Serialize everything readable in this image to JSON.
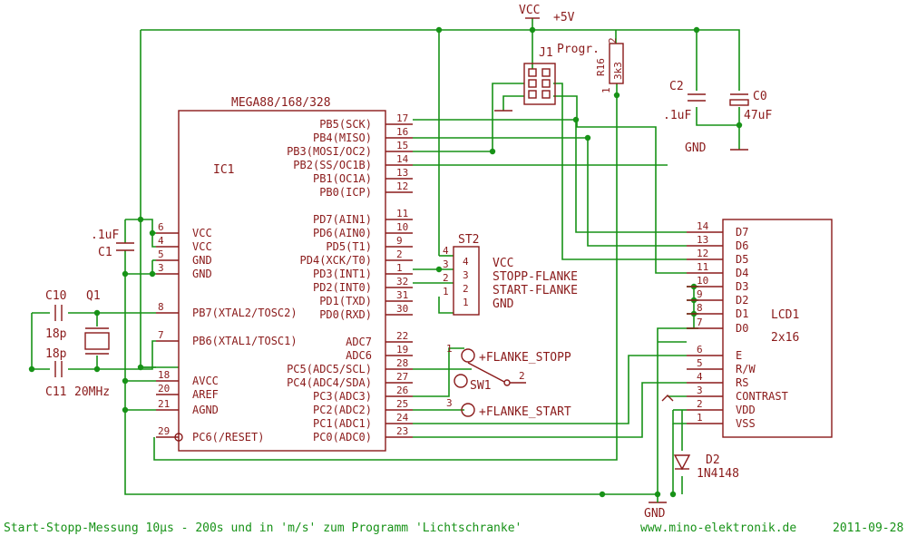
{
  "footer": {
    "caption": "Start-Stopp-Messung 10µs - 200s und in 'm/s' zum Programm 'Lichtschranke'",
    "website": "www.mino-elektronik.de",
    "date": "2011-09-28"
  },
  "power": {
    "vcc": "VCC",
    "plus5": "+5V",
    "gnd_top": "GND",
    "gnd_bottom": "GND"
  },
  "ic1": {
    "name": "IC1",
    "type": "MEGA88/168/328",
    "left_pins": [
      {
        "num": "6",
        "label": "VCC"
      },
      {
        "num": "4",
        "label": "VCC"
      },
      {
        "num": "5",
        "label": "GND"
      },
      {
        "num": "3",
        "label": "GND"
      },
      {
        "num": "8",
        "label": "PB7(XTAL2/TOSC2)"
      },
      {
        "num": "7",
        "label": "PB6(XTAL1/TOSC1)"
      },
      {
        "num": "18",
        "label": "AVCC"
      },
      {
        "num": "20",
        "label": "AREF"
      },
      {
        "num": "21",
        "label": "AGND"
      },
      {
        "num": "29",
        "label": "PC6(/RESET)"
      }
    ],
    "right_pins": [
      {
        "num": "17",
        "label": "PB5(SCK)"
      },
      {
        "num": "16",
        "label": "PB4(MISO)"
      },
      {
        "num": "15",
        "label": "PB3(MOSI/OC2)"
      },
      {
        "num": "14",
        "label": "PB2(SS/OC1B)"
      },
      {
        "num": "13",
        "label": "PB1(OC1A)"
      },
      {
        "num": "12",
        "label": "PB0(ICP)"
      },
      {
        "num": "11",
        "label": "PD7(AIN1)"
      },
      {
        "num": "10",
        "label": "PD6(AIN0)"
      },
      {
        "num": "9",
        "label": "PD5(T1)"
      },
      {
        "num": "2",
        "label": "PD4(XCK/T0)"
      },
      {
        "num": "1",
        "label": "PD3(INT1)"
      },
      {
        "num": "32",
        "label": "PD2(INT0)"
      },
      {
        "num": "31",
        "label": "PD1(TXD)"
      },
      {
        "num": "30",
        "label": "PD0(RXD)"
      },
      {
        "num": "22",
        "label": "ADC7"
      },
      {
        "num": "19",
        "label": "ADC6"
      },
      {
        "num": "28",
        "label": "PC5(ADC5/SCL)"
      },
      {
        "num": "27",
        "label": "PC4(ADC4/SDA)"
      },
      {
        "num": "26",
        "label": "PC3(ADC3)"
      },
      {
        "num": "25",
        "label": "PC2(ADC2)"
      },
      {
        "num": "24",
        "label": "PC1(ADC1)"
      },
      {
        "num": "23",
        "label": "PC0(ADC0)"
      }
    ]
  },
  "lcd": {
    "name": "LCD1",
    "size": "2x16",
    "pins": [
      {
        "num": "14",
        "label": "D7"
      },
      {
        "num": "13",
        "label": "D6"
      },
      {
        "num": "12",
        "label": "D5"
      },
      {
        "num": "11",
        "label": "D4"
      },
      {
        "num": "10",
        "label": "D3"
      },
      {
        "num": "9",
        "label": "D2"
      },
      {
        "num": "8",
        "label": "D1"
      },
      {
        "num": "7",
        "label": "D0"
      },
      {
        "num": "6",
        "label": "E"
      },
      {
        "num": "5",
        "label": "R/W"
      },
      {
        "num": "4",
        "label": "RS"
      },
      {
        "num": "3",
        "label": "CONTRAST"
      },
      {
        "num": "2",
        "label": "VDD"
      },
      {
        "num": "1",
        "label": "VSS"
      }
    ]
  },
  "st2": {
    "name": "ST2",
    "pins": [
      {
        "num": "4",
        "label": "VCC"
      },
      {
        "num": "3",
        "label": "STOPP-FLANKE"
      },
      {
        "num": "2",
        "label": "START-FLANKE"
      },
      {
        "num": "1",
        "label": "GND"
      }
    ]
  },
  "j1": {
    "name": "J1",
    "label": "Progr."
  },
  "r16": {
    "name": "R16",
    "value": "3k3",
    "pin1": "1",
    "pin2": "2"
  },
  "c2": {
    "name": "C2",
    "value": ".1uF"
  },
  "c0": {
    "name": "C0",
    "value": "47uF"
  },
  "c1": {
    "name": "C1",
    "value": ".1uF"
  },
  "c10": {
    "name": "C10",
    "value": "18p"
  },
  "c11": {
    "name": "C11",
    "value": "18p"
  },
  "q1": {
    "name": "Q1",
    "value": "20MHz"
  },
  "sw1": {
    "name": "SW1",
    "stopp": "+FLANKE_STOPP",
    "start": "+FLANKE_START",
    "pin1": "1",
    "pin2": "2",
    "pin3": "3"
  },
  "d2": {
    "name": "D2",
    "value": "1N4148"
  }
}
